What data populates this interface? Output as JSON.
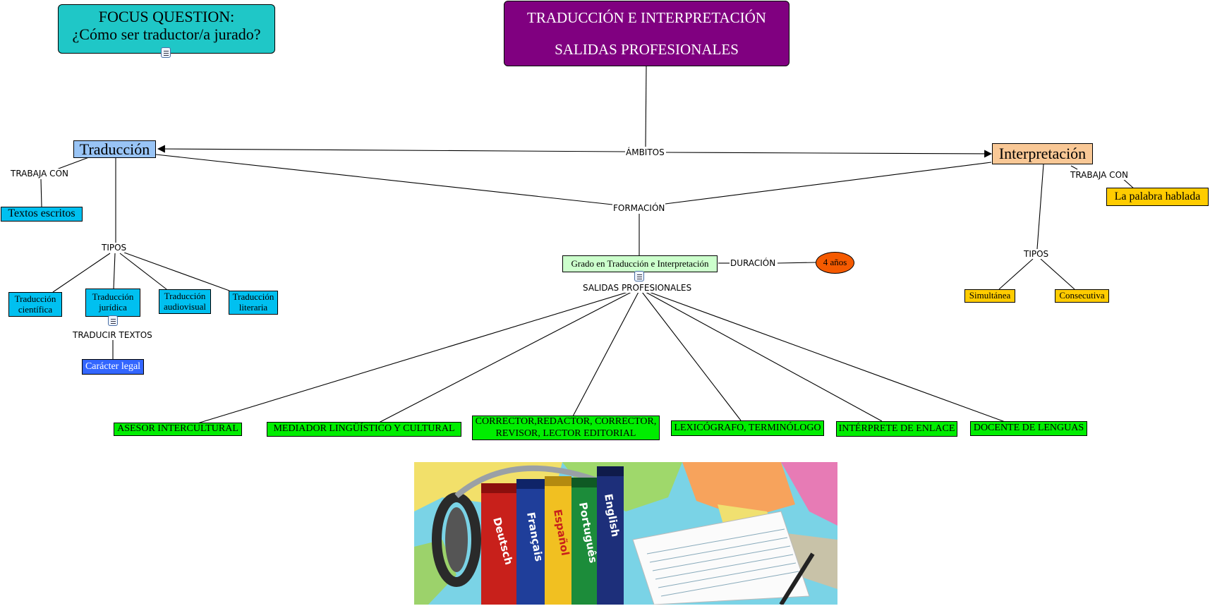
{
  "title": {
    "line1": "TRADUCCIÓN E INTERPRETACIÓN",
    "line2": "SALIDAS PROFESIONALES"
  },
  "focus": {
    "line1": "FOCUS QUESTION:",
    "line2": "¿Cómo ser traductor/a jurado?"
  },
  "concepts": {
    "traduccion": "Traducción",
    "interpretacion": "Interpretación",
    "textos_escritos": "Textos escritos",
    "palabra_hablada": "La palabra hablada",
    "trad_cientifica": "Traducción científica",
    "trad_juridica": "Traducción jurídica",
    "trad_audiovisual": "Traducción audiovisual",
    "trad_literaria": "Traducción literaria",
    "caracter_legal": "Carácter legal",
    "grado": "Grado en Traducción e Interpretación",
    "cuatro_anos": "4 años",
    "simultanea": "Simultánea",
    "consecutiva": "Consecutiva"
  },
  "salidas": [
    "ASESOR INTERCULTURAL",
    "MEDIADOR LINGÜÍSTICO Y CULTURAL",
    "CORRECTOR,REDACTOR, CORRECTOR, REVISOR, LECTOR EDITORIAL",
    "LEXICÓGRAFO, TERMINÓLOGO",
    "INTÉRPRETE DE ENLACE",
    "DOCENTE DE LENGUAS"
  ],
  "links": {
    "ambitos": "ÁMBITOS",
    "formacion": "FORMACIÓN",
    "trabaja_con_1": "TRABAJA CON",
    "trabaja_con_2": "TRABAJA CON",
    "tipos_1": "TIPOS",
    "tipos_2": "TIPOS",
    "traducir_textos": "TRADUCIR TEXTOS",
    "duracion": "DURACIÓN",
    "salidas_profesionales": "SALIDAS PROFESIONALES"
  },
  "photo": {
    "books": [
      "Deutsch",
      "Français",
      "Español",
      "Português",
      "English"
    ],
    "colors": {
      "title_bg": "#800080",
      "focus_bg": "#1fc7c7",
      "salida_bg": "#00ee00",
      "concept_bg": "#00c0f0",
      "interp_bg": "#f9c896",
      "yellow_bg": "#ffcc00"
    }
  }
}
